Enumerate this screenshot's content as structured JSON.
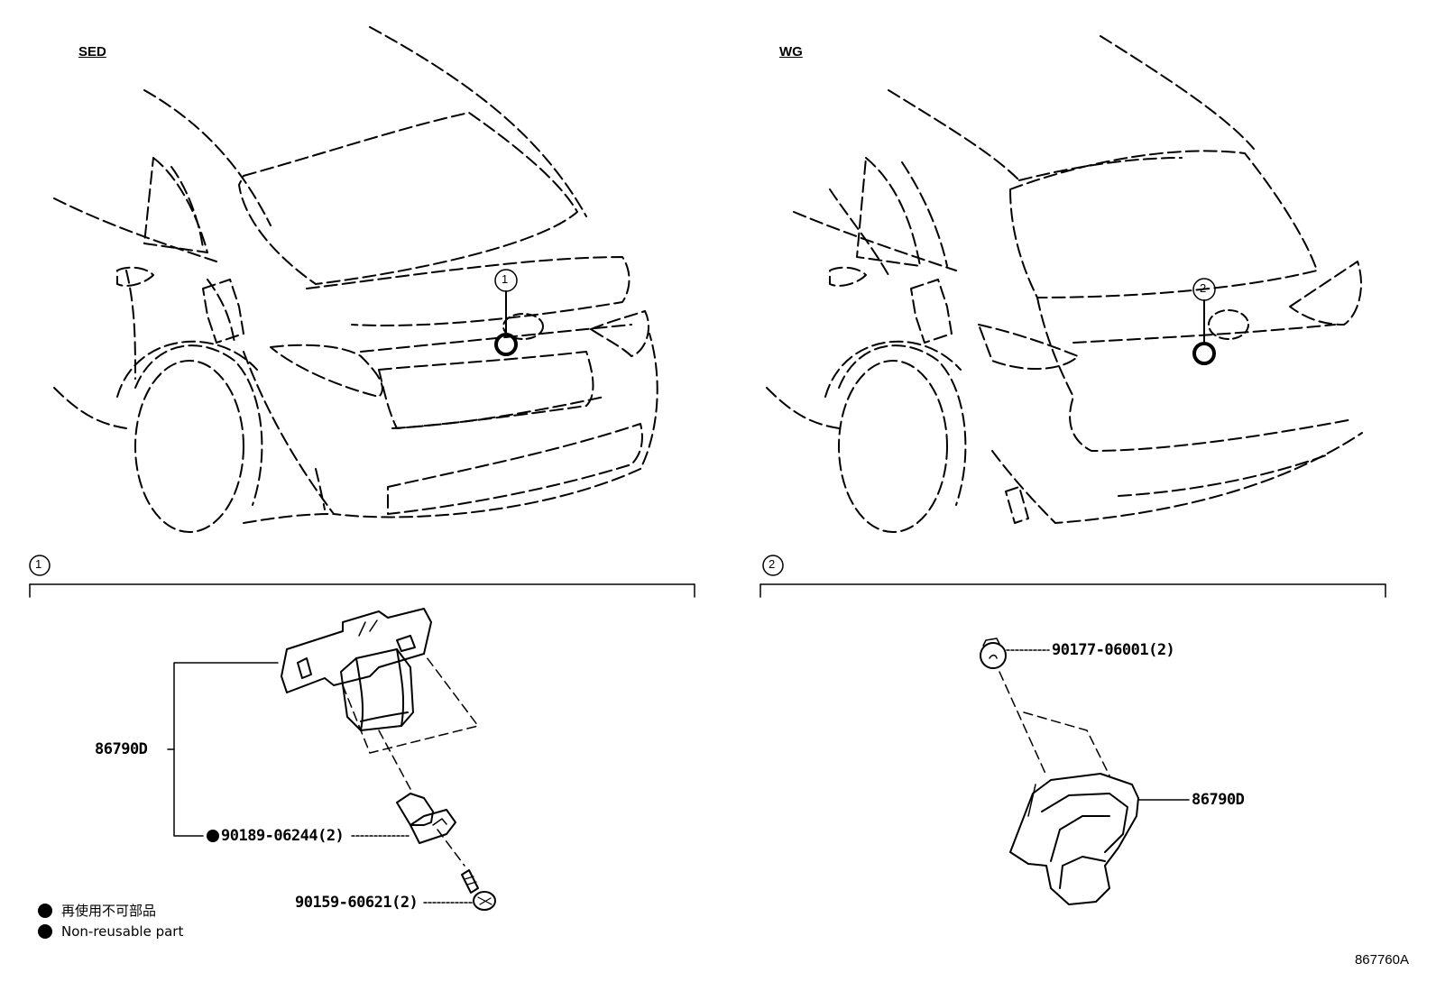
{
  "variants": {
    "left": "SED",
    "right": "WG"
  },
  "callouts": {
    "one": "1",
    "two": "2"
  },
  "parts": {
    "camera_left": "86790D",
    "clip": "90189-06244(2)",
    "screw_left": "90159-60621(2)",
    "screw_right": "90177-06001(2)",
    "camera_right": "86790D"
  },
  "legend": {
    "line1": "再使用不可部品",
    "line2": "Non-reusable part"
  },
  "diagram_id": "867760A"
}
